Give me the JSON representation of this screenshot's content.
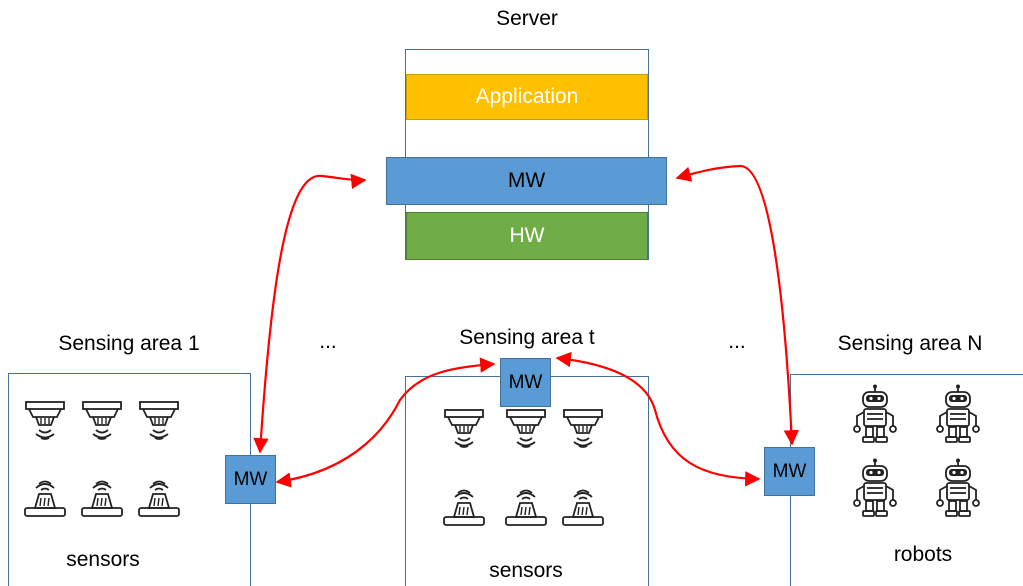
{
  "server": {
    "title": "Server",
    "layers": {
      "application": "Application",
      "mw": "MW",
      "hw": "HW"
    }
  },
  "areas": [
    {
      "title": "Sensing area 1",
      "mw": "MW",
      "caption": "sensors"
    },
    {
      "title": "Sensing area t",
      "mw": "MW",
      "caption": "sensors"
    },
    {
      "title": "Sensing area N",
      "mw": "MW",
      "caption": "robots"
    }
  ],
  "ellipses": [
    "...",
    "..."
  ],
  "icons": {
    "sensor_top": "smoke-detector-icon",
    "sensor_bottom": "wireless-sensor-icon",
    "robot": "robot-icon"
  },
  "colors": {
    "application": "#ffc000",
    "mw": "#5b9bd5",
    "hw": "#70ad47",
    "outline": "#41719c",
    "arrow": "#ff0000"
  }
}
